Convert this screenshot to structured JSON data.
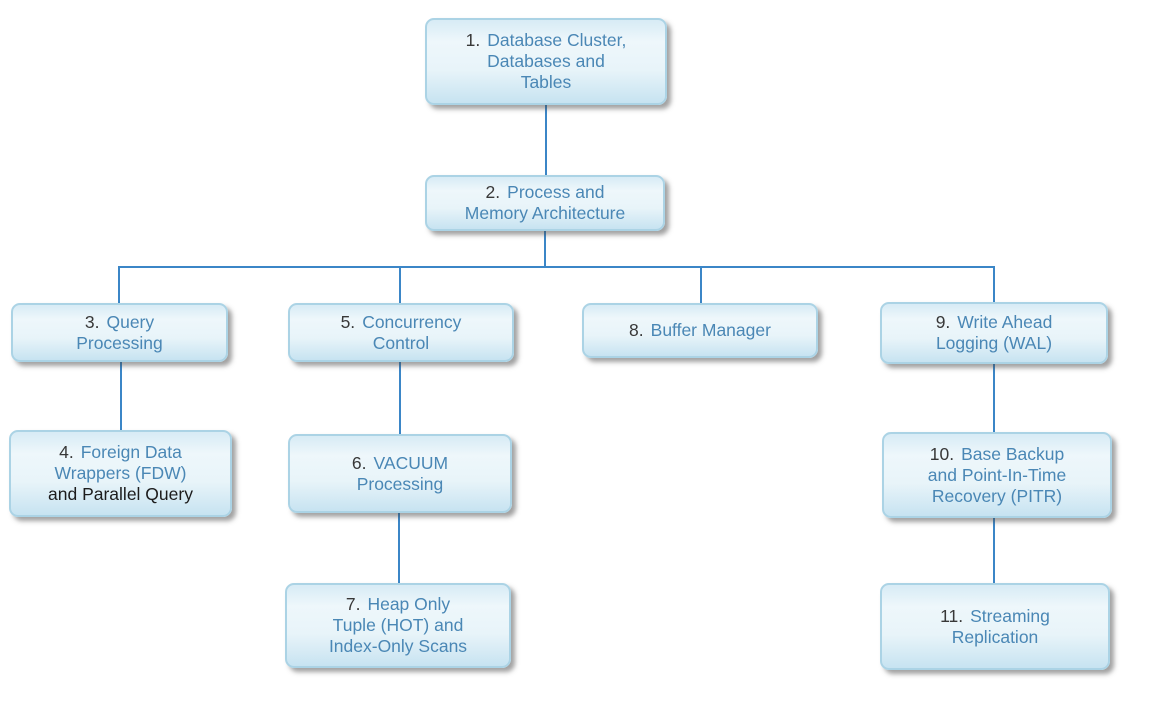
{
  "colors": {
    "connector": "#3b86c7",
    "box_border": "#abd3e5",
    "box_top": "#d7ebf5",
    "box_bottom": "#c7e3f1",
    "text_blue": "#4a87b5",
    "text_dark": "#383838"
  },
  "nodes": [
    {
      "id": "1",
      "number": "1.",
      "lines": [
        {
          "text": "Database Cluster,",
          "style": "blue"
        },
        {
          "text": "Databases and",
          "style": "blue"
        },
        {
          "text": "Tables",
          "style": "blue"
        }
      ]
    },
    {
      "id": "2",
      "number": "2.",
      "lines": [
        {
          "text": "Process and",
          "style": "blue"
        },
        {
          "text": "Memory Architecture",
          "style": "blue"
        }
      ]
    },
    {
      "id": "3",
      "number": "3.",
      "lines": [
        {
          "text": "Query",
          "style": "blue"
        },
        {
          "text": "Processing",
          "style": "blue"
        }
      ]
    },
    {
      "id": "4",
      "number": "4.",
      "lines": [
        {
          "text": "Foreign Data",
          "style": "blue"
        },
        {
          "text": "Wrappers (FDW)",
          "style": "blue"
        },
        {
          "text": "and Parallel Query",
          "style": "dark"
        }
      ]
    },
    {
      "id": "5",
      "number": "5.",
      "lines": [
        {
          "text": "Concurrency",
          "style": "blue"
        },
        {
          "text": "Control",
          "style": "blue"
        }
      ]
    },
    {
      "id": "6",
      "number": "6.",
      "lines": [
        {
          "text": "VACUUM",
          "style": "blue"
        },
        {
          "text": "Processing",
          "style": "blue"
        }
      ]
    },
    {
      "id": "7",
      "number": "7.",
      "lines": [
        {
          "text": "Heap Only",
          "style": "blue"
        },
        {
          "text": "Tuple (HOT) and",
          "style": "blue"
        },
        {
          "text": "Index-Only Scans",
          "style": "blue"
        }
      ]
    },
    {
      "id": "8",
      "number": "8.",
      "lines": [
        {
          "text": "Buffer Manager",
          "style": "blue"
        }
      ]
    },
    {
      "id": "9",
      "number": "9.",
      "lines": [
        {
          "text": "Write Ahead",
          "style": "blue"
        },
        {
          "text": "Logging (WAL)",
          "style": "blue"
        }
      ]
    },
    {
      "id": "10",
      "number": "10.",
      "lines": [
        {
          "text": "Base Backup",
          "style": "blue"
        },
        {
          "text": "and Point-In-Time",
          "style": "blue"
        },
        {
          "text": "Recovery (PITR)",
          "style": "blue"
        }
      ]
    },
    {
      "id": "11",
      "number": "11.",
      "lines": [
        {
          "text": "Streaming",
          "style": "blue"
        },
        {
          "text": "Replication",
          "style": "blue"
        }
      ]
    }
  ]
}
